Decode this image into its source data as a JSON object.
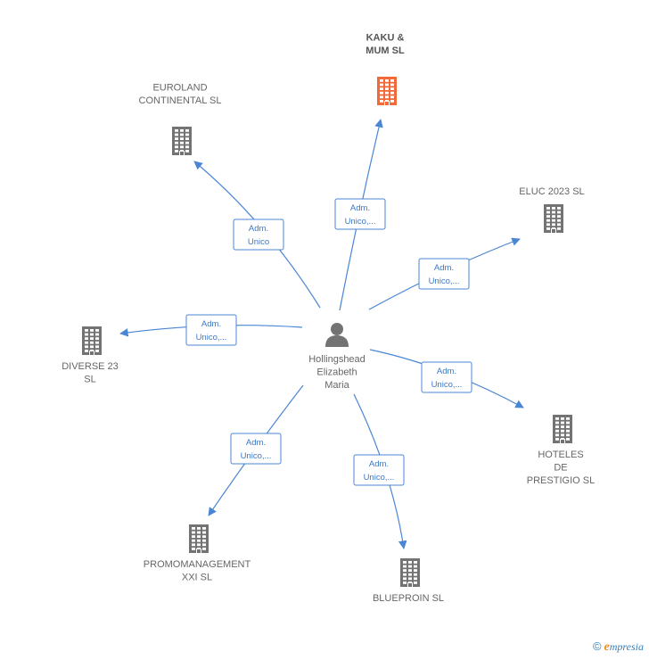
{
  "center": {
    "name_lines": [
      "Hollingshead",
      "Elizabeth",
      "Maria"
    ],
    "icon": "person-icon"
  },
  "companies": [
    {
      "id": "kaku",
      "label_lines": [
        "KAKU &",
        "MUM  SL"
      ],
      "highlight": true,
      "relation_lines": [
        "Adm.",
        "Unico,..."
      ]
    },
    {
      "id": "euroland",
      "label_lines": [
        "EUROLAND",
        "CONTINENTAL SL"
      ],
      "highlight": false,
      "relation_lines": [
        "Adm.",
        "Unico"
      ]
    },
    {
      "id": "eluc",
      "label_lines": [
        "ELUC 2023  SL"
      ],
      "highlight": false,
      "relation_lines": [
        "Adm.",
        "Unico,..."
      ]
    },
    {
      "id": "diverse",
      "label_lines": [
        "DIVERSE 23",
        "SL"
      ],
      "highlight": false,
      "relation_lines": [
        "Adm.",
        "Unico,..."
      ]
    },
    {
      "id": "hoteles",
      "label_lines": [
        "HOTELES",
        "DE",
        "PRESTIGIO  SL"
      ],
      "highlight": false,
      "relation_lines": [
        "Adm.",
        "Unico,..."
      ]
    },
    {
      "id": "promo",
      "label_lines": [
        "PROMOMANAGEMENT",
        "XXI  SL"
      ],
      "highlight": false,
      "relation_lines": [
        "Adm.",
        "Unico,..."
      ]
    },
    {
      "id": "blueproin",
      "label_lines": [
        "BLUEPROIN SL"
      ],
      "highlight": false,
      "relation_lines": [
        "Adm.",
        "Unico,..."
      ]
    }
  ],
  "colors": {
    "edge": "#4a86d4",
    "building": "#737373",
    "building_highlight": "#f26a3a",
    "person": "#737373"
  },
  "footer": {
    "copyright_symbol": "©",
    "brand_initial": "e",
    "brand_rest": "mpresia"
  }
}
